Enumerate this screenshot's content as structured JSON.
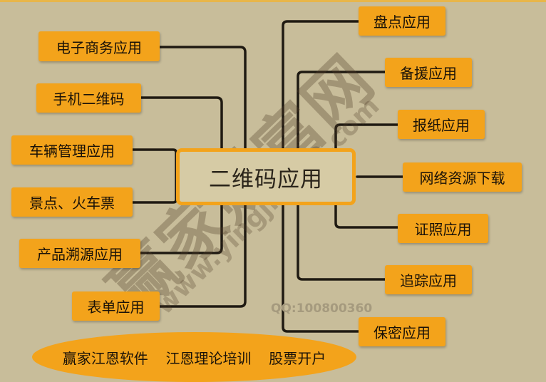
{
  "center_label": "二维码应用",
  "left_nodes": [
    "电子商务应用",
    "手机二维码",
    "车辆管理应用",
    "景点、火车票",
    "产品溯源应用",
    "表单应用"
  ],
  "right_nodes": [
    "盘点应用",
    "备援应用",
    "报纸应用",
    "网络资源下载",
    "证照应用",
    "追踪应用",
    "保密应用"
  ],
  "watermark": {
    "site_name": "赢家财富网",
    "url": "www.yingjia360.com",
    "qq": "QQ:100800360"
  },
  "footer_text": "赢家江恩软件  江恩理论培训  股票开户",
  "colors": {
    "background": "#c8bd9a",
    "node": "#f3a31b",
    "line": "#1f1a12"
  }
}
